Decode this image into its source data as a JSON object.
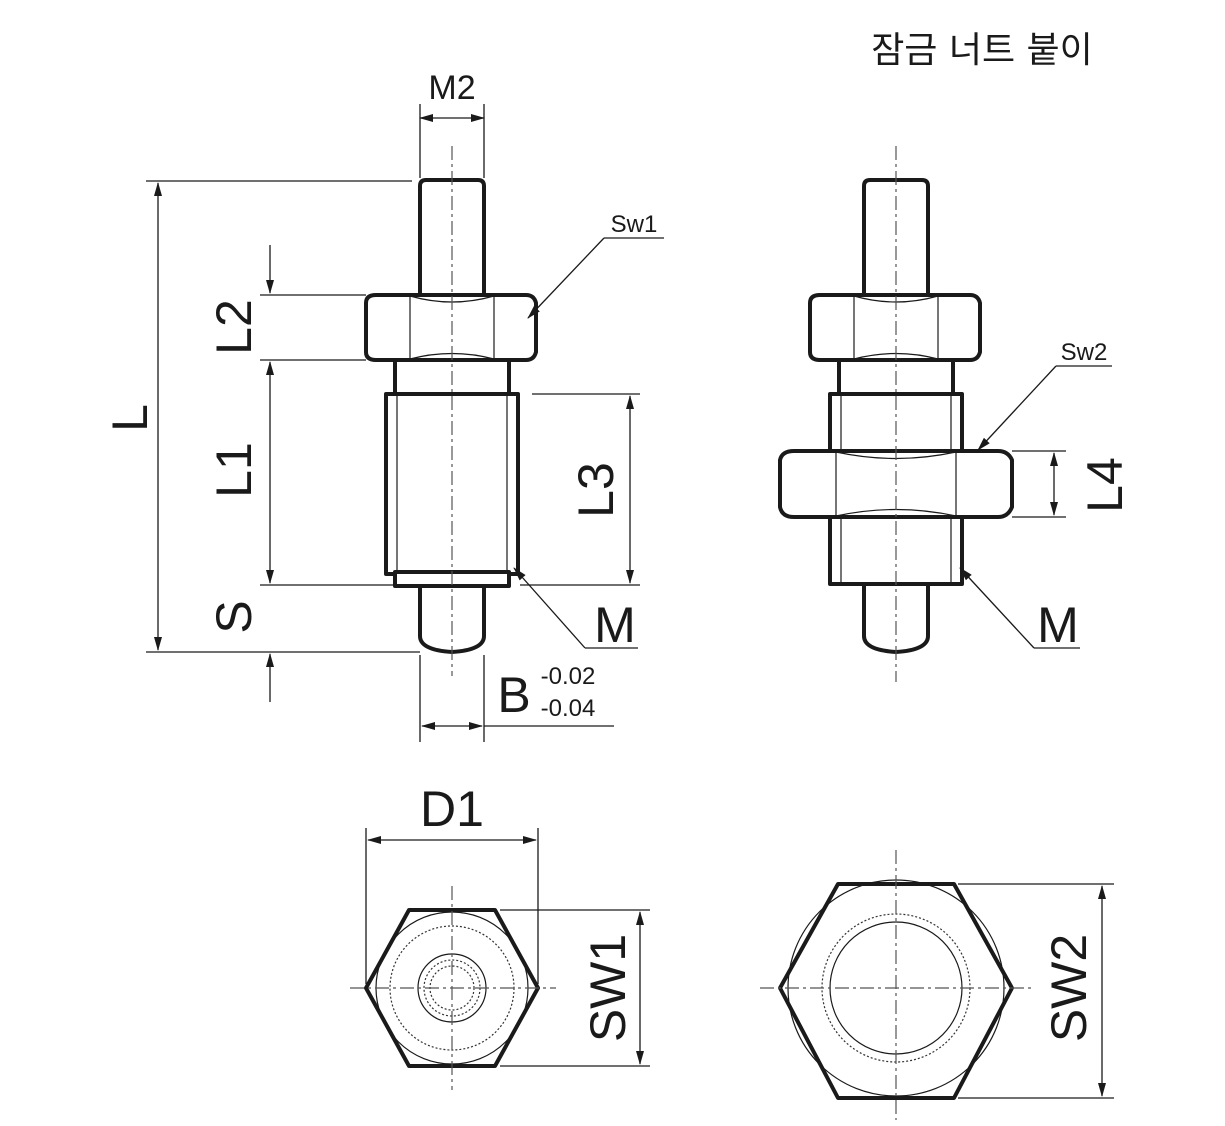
{
  "title": "잠금 너트 붙이",
  "labels": {
    "M2": "M2",
    "Sw1": "Sw1",
    "Sw2": "Sw2",
    "L": "L",
    "L1": "L1",
    "L2": "L2",
    "L3": "L3",
    "L4": "L4",
    "S": "S",
    "M_left": "M",
    "M_right": "M",
    "B": "B",
    "B_tol_upper": "-0.02",
    "B_tol_lower": "-0.04",
    "D1": "D1",
    "SW1": "SW1",
    "SW2": "SW2"
  }
}
